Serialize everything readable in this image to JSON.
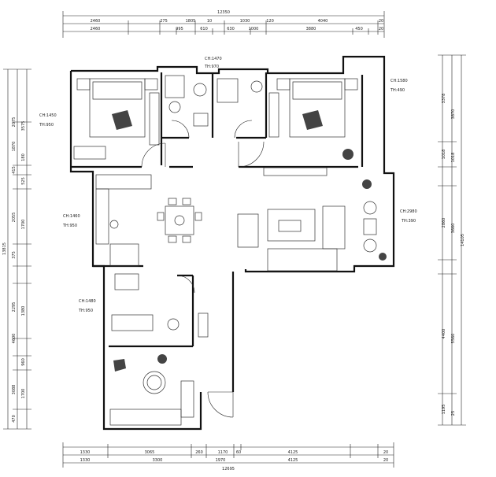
{
  "dims": {
    "top_overall": "12350",
    "top_row1": [
      "2460",
      "275",
      "1805",
      "10",
      "1030",
      "120",
      "4040",
      "20"
    ],
    "top_row2": [
      "2460",
      "995",
      "610",
      "630",
      "1000",
      "3880",
      "450",
      "20"
    ],
    "bottom_overall": "12695",
    "bottom_row1": [
      "1330",
      "3065",
      "260",
      "1170",
      "60",
      "4125",
      "20"
    ],
    "bottom_row2": [
      "1330",
      "3300",
      "1970",
      "4125",
      "20"
    ],
    "left_overall": "13815",
    "left_col1": [
      "2075",
      "1870",
      "415",
      "2055",
      "375",
      "2295",
      "4600",
      "3088",
      "470"
    ],
    "left_col2": [
      "3575",
      "180",
      "525",
      "1700",
      "1380",
      "960",
      "1700"
    ],
    "right_overall": "14105",
    "right_col1": [
      "3378",
      "1018",
      "2860",
      "4400",
      "1195"
    ],
    "right_col2": [
      "3870",
      "1018",
      "3660",
      "5560",
      "25"
    ]
  },
  "windows": {
    "c1": {
      "name": "CH:1450",
      "height": "TH:950"
    },
    "c2": {
      "name": "CH:1470",
      "height": "TH:970"
    },
    "c3": {
      "name": "CH:1580",
      "height": "TH:490"
    },
    "c4": {
      "name": "CH:1460",
      "height": "TH:950"
    },
    "c5": {
      "name": "CH:2980",
      "height": "TH:390"
    },
    "c6": {
      "name": "CH:1480",
      "height": "TH:950"
    }
  }
}
